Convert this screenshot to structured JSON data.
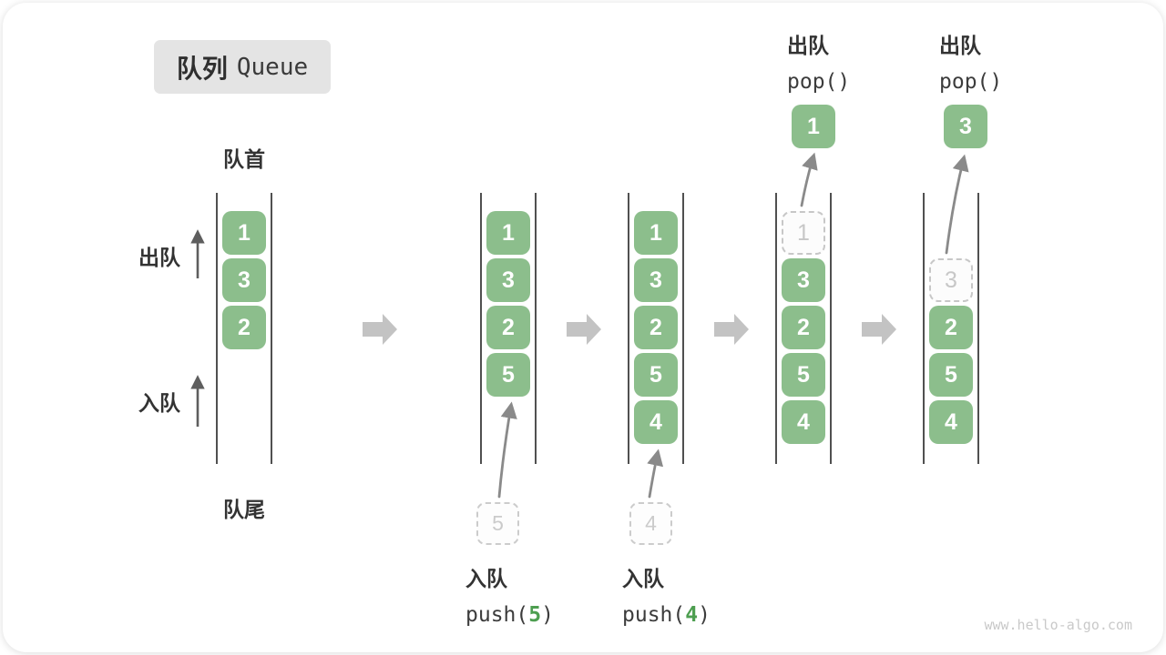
{
  "title": {
    "zh": "队列",
    "en": "Queue"
  },
  "labels": {
    "front": "队首",
    "rear": "队尾",
    "dequeue_side": "出队",
    "enqueue_side": "入队"
  },
  "states": {
    "s1": {
      "blocks": [
        "1",
        "3",
        "2"
      ]
    },
    "s2": {
      "blocks": [
        "1",
        "3",
        "2",
        "5"
      ]
    },
    "s3": {
      "blocks": [
        "1",
        "3",
        "2",
        "5",
        "4"
      ]
    },
    "s4": {
      "ghost": "1",
      "blocks": [
        "3",
        "2",
        "5",
        "4"
      ]
    },
    "s5": {
      "ghost": "3",
      "blocks": [
        "2",
        "5",
        "4"
      ]
    }
  },
  "ops": {
    "push5": {
      "zh": "入队",
      "code_pre": "push(",
      "arg": "5",
      "code_post": ")",
      "ghost_value": "5"
    },
    "push4": {
      "zh": "入队",
      "code_pre": "push(",
      "arg": "4",
      "code_post": ")",
      "ghost_value": "4"
    },
    "pop1": {
      "zh": "出队",
      "code": "pop()",
      "popped_value": "1"
    },
    "pop2": {
      "zh": "出队",
      "code": "pop()",
      "popped_value": "3"
    }
  },
  "watermark": "www.hello-algo.com",
  "colors": {
    "block_green": "#8cbe8c",
    "code_accent_green": "#4d9e50",
    "flow_arrow_gray": "#c3c3c3",
    "curve_arrow_gray": "#8a8a8a",
    "text_dark": "#333333",
    "title_box_bg": "#e4e4e4"
  }
}
